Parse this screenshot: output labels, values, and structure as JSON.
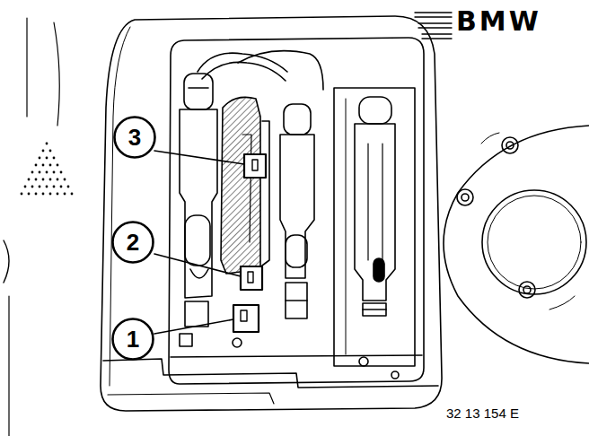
{
  "diagram": {
    "nodes": [
      {
        "text": [
          "3"
        ]
      },
      {
        "text": [
          "2"
        ]
      },
      {
        "text": [
          "1"
        ]
      }
    ],
    "labels": [
      "BMW",
      "32 13 154 E"
    ]
  }
}
